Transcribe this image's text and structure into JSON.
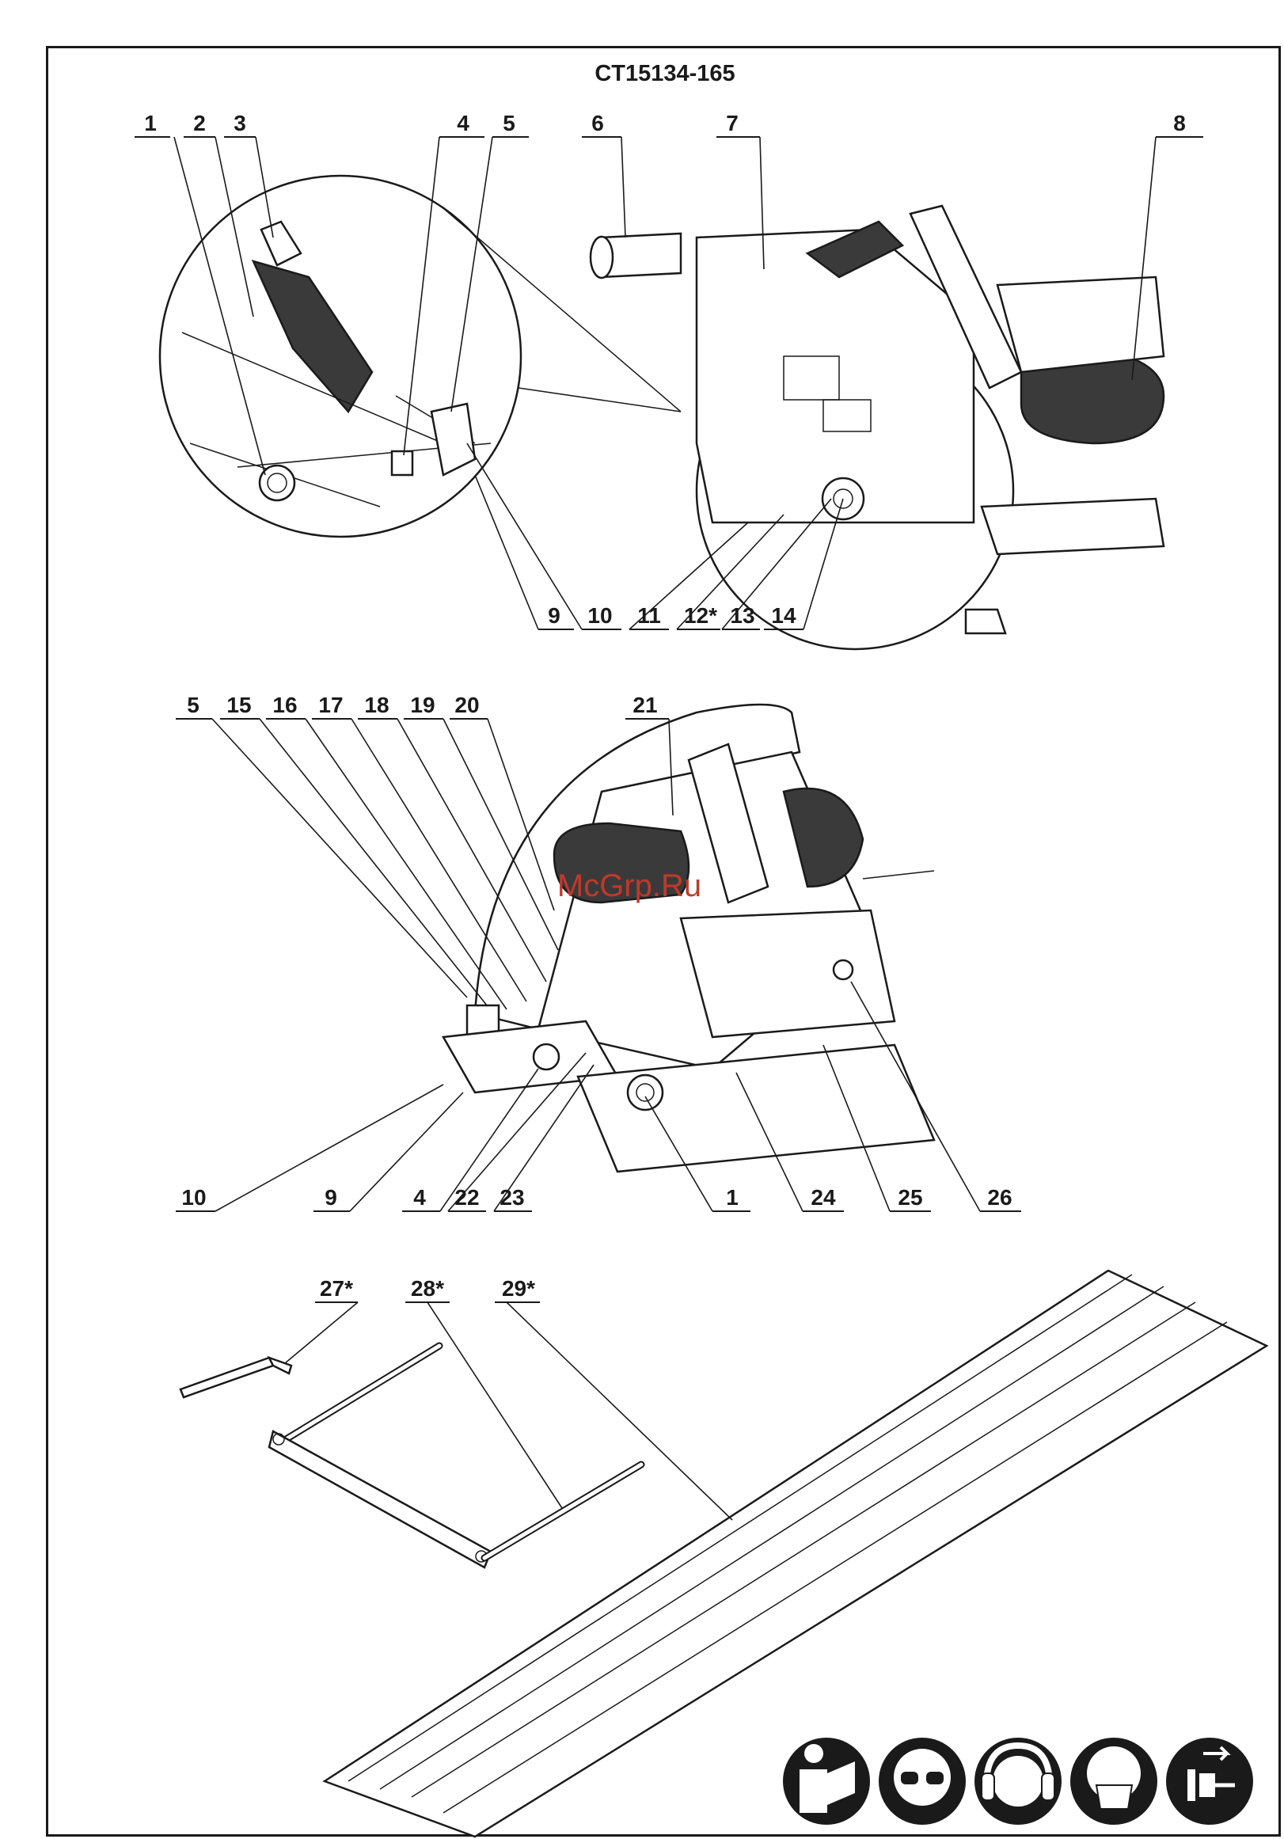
{
  "model_title": "CT15134-165",
  "watermark": "McGrp.Ru",
  "labels": {
    "top": [
      "1",
      "2",
      "3",
      "4",
      "5",
      "6",
      "7",
      "8"
    ],
    "top_bottom": [
      "9",
      "10",
      "11",
      "12*",
      "13",
      "14"
    ],
    "mid_top": [
      "5",
      "15",
      "16",
      "17",
      "18",
      "19",
      "20",
      "21"
    ],
    "mid_bottom": [
      "10",
      "9",
      "4",
      "22",
      "23",
      "1",
      "24",
      "25",
      "26"
    ],
    "accessories": [
      "27*",
      "28*",
      "29*"
    ]
  },
  "safety_icons": [
    "read-manual-icon",
    "eye-protection-icon",
    "ear-protection-icon",
    "dust-mask-icon",
    "unplug-before-service-icon"
  ],
  "colors": {
    "ink": "#1a1a1a",
    "handle": "#3a3a3a",
    "watermark": "#c0392b"
  }
}
